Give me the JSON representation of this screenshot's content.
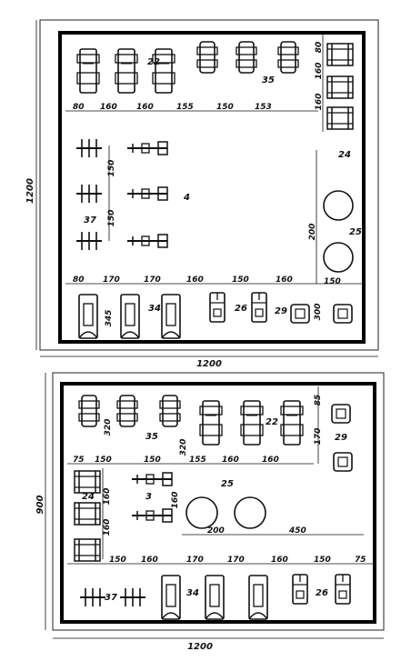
{
  "top_plan": {
    "overall_width": "1200",
    "overall_depth": "1200",
    "labels": {
      "machine_22": "22",
      "machine_35": "35",
      "machine_24": "24",
      "machine_4": "4",
      "machine_37": "37",
      "machine_25": "25",
      "machine_34": "34",
      "machine_26": "26",
      "machine_29": "29"
    },
    "dims": {
      "top_80": "80",
      "top_160_a": "160",
      "top_160_b": "160",
      "top_155": "155",
      "top_150": "150",
      "top_153": "153",
      "right_80": "80",
      "right_160_a": "160",
      "right_160_b": "160",
      "left_150_a": "150",
      "left_150_b": "150",
      "mid_200": "200",
      "bottom_80": "80",
      "bottom_170_a": "170",
      "bottom_170_b": "170",
      "bottom_160_a": "160",
      "bottom_150": "150",
      "bottom_160_b": "160",
      "bottom_150_b": "150",
      "bottom_345": "345",
      "bottom_300": "300"
    }
  },
  "bottom_plan": {
    "overall_width": "1200",
    "overall_depth": "900",
    "labels": {
      "machine_35": "35",
      "machine_22": "22",
      "machine_29": "29",
      "machine_24": "24",
      "machine_3": "3",
      "machine_25": "25",
      "machine_37": "37",
      "machine_34": "34",
      "machine_26": "26"
    },
    "dims": {
      "top_320_a": "320",
      "top_320_b": "320",
      "right_85": "85",
      "right_170": "170",
      "row_75": "75",
      "row_150_a": "150",
      "row_150_b": "150",
      "row_155": "155",
      "row_160_a": "160",
      "row_160_b": "160",
      "left_160_a": "160",
      "left_160_b": "160",
      "mid_160": "160",
      "mid_200": "200",
      "mid_450": "450",
      "bottom_150": "150",
      "bottom_160_a": "160",
      "bottom_170_a": "170",
      "bottom_170_b": "170",
      "bottom_160_b": "160",
      "bottom_150_b": "150",
      "bottom_75": "75"
    }
  }
}
